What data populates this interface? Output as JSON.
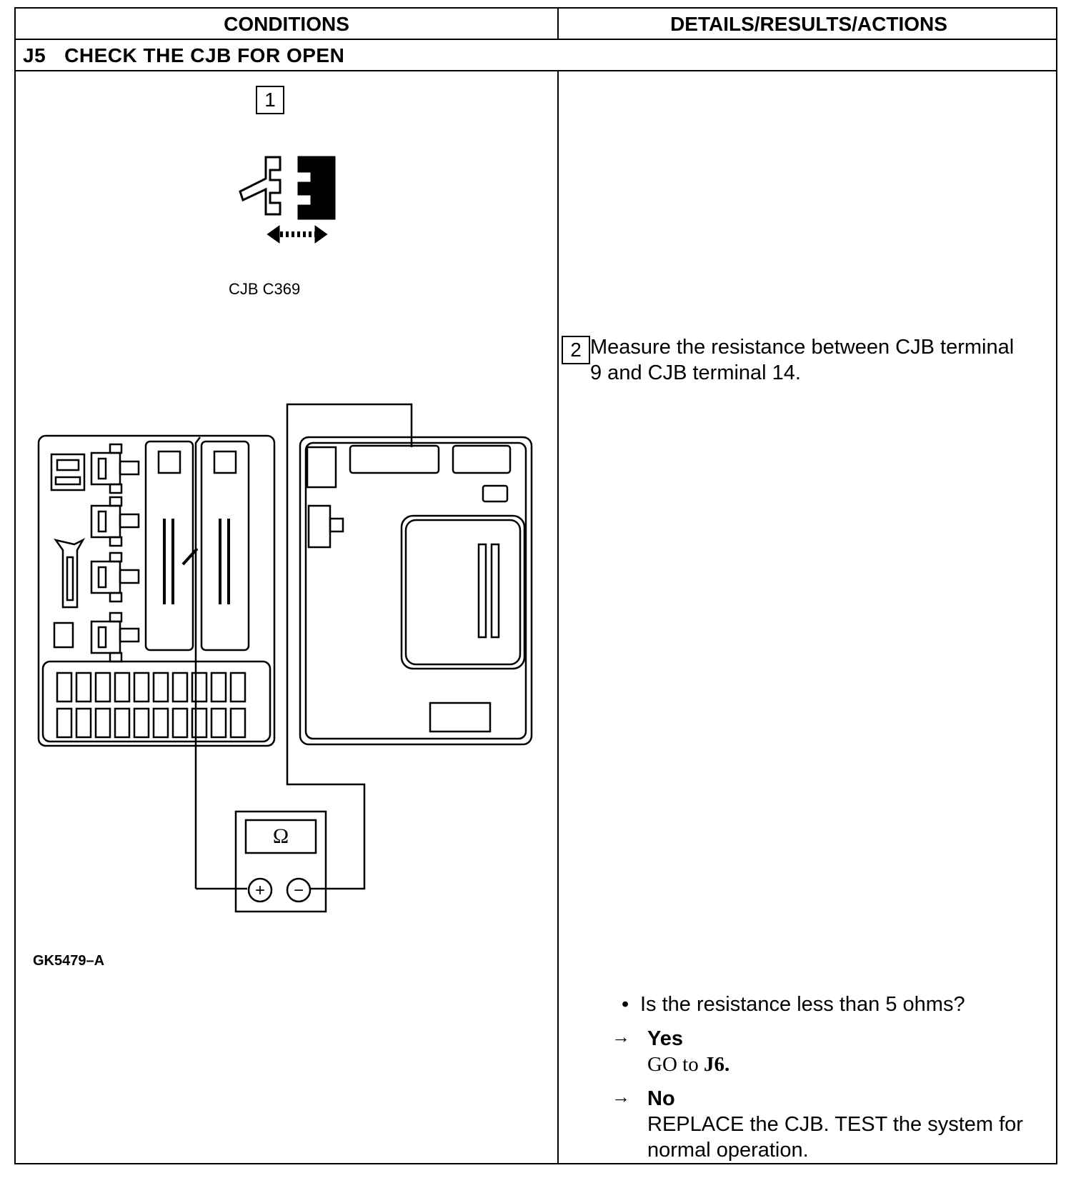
{
  "table": {
    "col_conditions": "CONDITIONS",
    "col_details": "DETAILS/RESULTS/ACTIONS",
    "section_code": "J5",
    "section_title": "CHECK THE CJB FOR OPEN"
  },
  "step1": {
    "number": "1",
    "connector_label": "CJB C369"
  },
  "step2": {
    "number": "2",
    "text": "Measure the resistance between CJB terminal 9 and CJB terminal 14."
  },
  "figure": {
    "id": "GK5479–A",
    "meter_symbol": "Ω",
    "plus_symbol": "+",
    "minus_symbol": "−"
  },
  "question": {
    "bullet": "•",
    "text": "Is the resistance less than 5 ohms?",
    "yes_arrow": "→",
    "yes_label": "Yes",
    "yes_action_prefix": "GO to ",
    "yes_action_target": "J6.",
    "no_arrow": "→",
    "no_label": "No",
    "no_action": "REPLACE the CJB. TEST the system for normal operation."
  }
}
